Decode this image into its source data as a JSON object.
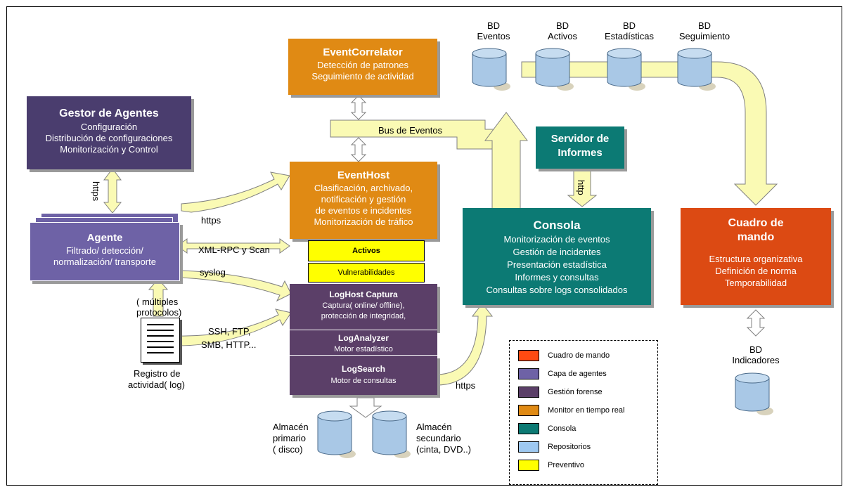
{
  "colors": {
    "orange": "#e08a14",
    "teal": "#0c7a74",
    "dark_purple": "#4a3d6e",
    "agent_purple": "#6e62a6",
    "forensic_purple": "#5b3f68",
    "red": "#dc4a13",
    "yellow": "#ffff00",
    "arrow_fill": "#fafab4",
    "repo_blue": "#a9c8e6"
  },
  "event_correlator": {
    "title": "EventCorrelator",
    "line1": "Detección de patrones",
    "line2": "Seguimiento de actividad"
  },
  "gestor": {
    "title": "Gestor de Agentes",
    "line1": "Configuración",
    "line2": "Distribución de configuraciones",
    "line3": "Monitorización y Control"
  },
  "agente": {
    "title": "Agente",
    "line1": "Filtrado/ detección/",
    "line2": "normalización/ transporte"
  },
  "eventhost": {
    "title": "EventHost",
    "line1": "Clasificación, archivado,",
    "line2": "notificación y gestión",
    "line3": "de eventos e incidentes",
    "line4": "Monitorización de tráfico"
  },
  "activos": "Activos",
  "vulnerabilidades": "Vulnerabilidades",
  "loghost": {
    "title": "LogHost Captura",
    "line1": "Captura( online/ offline),",
    "line2": "protección de integridad,"
  },
  "loganalyzer": {
    "title": "LogAnalyzer",
    "line1": "Motor estadístico"
  },
  "logsearch": {
    "title": "LogSearch",
    "line1": "Motor de consultas"
  },
  "servidor": {
    "line1": "Servidor de",
    "line2": "Informes"
  },
  "consola": {
    "title": "Consola",
    "line1": "Monitorización de eventos",
    "line2": "Gestión de incidentes",
    "line3": "Presentación estadística",
    "line4": "Informes y consultas",
    "line5": "Consultas sobre logs consolidados"
  },
  "cuadro": {
    "title1": "Cuadro de",
    "title2": "mando",
    "line1": "Estructura organizativa",
    "line2": "Definición de norma",
    "line3": "Temporabilidad"
  },
  "databases": {
    "eventos": {
      "l1": "BD",
      "l2": "Eventos"
    },
    "activos": {
      "l1": "BD",
      "l2": "Activos"
    },
    "estadisticas": {
      "l1": "BD",
      "l2": "Estadísticas"
    },
    "seguimiento": {
      "l1": "BD",
      "l2": "Seguimiento"
    },
    "indicadores": {
      "l1": "BD",
      "l2": "Indicadores"
    }
  },
  "storage": {
    "primario": {
      "l1": "Almacén",
      "l2": "primario",
      "l3": "( disco)"
    },
    "secundario": {
      "l1": "Almacén",
      "l2": "secundario",
      "l3": "(cinta, DVD..)"
    }
  },
  "labels": {
    "bus": "Bus de Eventos",
    "https_gestor": "https",
    "https_eventhost": "https",
    "xmlrpc": "XML-RPC y Scan",
    "syslog": "syslog",
    "multiples1": "( múltiples",
    "multiples2": "protocolos)",
    "ssh": "SSH, FTP,",
    "smb": "SMB, HTTP...",
    "log1": "Registro de",
    "log2": "actividad( log)",
    "http": "http",
    "https_consola": "https"
  },
  "legend": [
    {
      "label": "Cuadro de mando",
      "color": "#ff4a12"
    },
    {
      "label": "Capa de agentes",
      "color": "#6e62a6"
    },
    {
      "label": "Gestión forense",
      "color": "#5b3f68"
    },
    {
      "label": "Monitor en tiempo real",
      "color": "#e08a14"
    },
    {
      "label": "Consola",
      "color": "#0c7a74"
    },
    {
      "label": "Repositorios",
      "color": "#9ec8f0"
    },
    {
      "label": "Preventivo",
      "color": "#ffff00"
    }
  ]
}
